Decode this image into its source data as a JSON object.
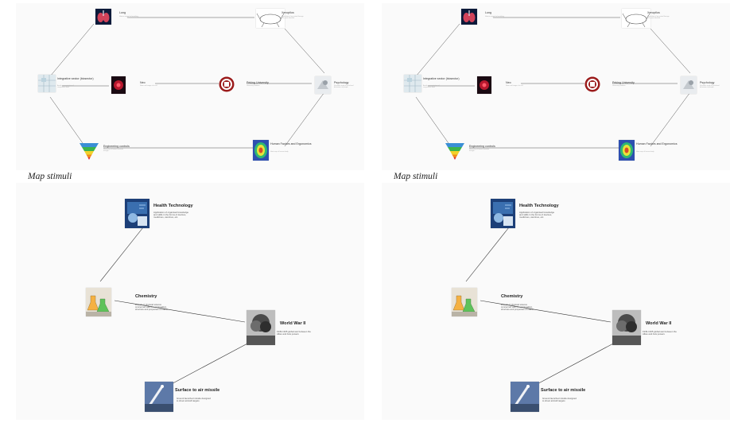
{
  "captions": {
    "left": "Map stimuli",
    "right": "Map stimuli"
  },
  "map_small": {
    "nodes": [
      {
        "title": "Lung",
        "desc": "Human organ for breathing",
        "icon": "lungs-icon"
      },
      {
        "title": "Xenopilus",
        "desc": "Illustration of an animal lineage with parts labelled",
        "icon": "sketch-animal-icon"
      },
      {
        "title": "Integrative sector (biosector)",
        "desc": "Aerial representation of cooperative land",
        "icon": "map-grid-icon"
      },
      {
        "title": "Neo",
        "desc": "Neon red image of a cell",
        "icon": "red-cell-icon"
      },
      {
        "title": "Peking University",
        "desc": "University emblem",
        "icon": "university-seal-icon"
      },
      {
        "title": "Psychology",
        "desc": "Scientific study of mind and behaviour of people",
        "icon": "brain-sketch-icon"
      },
      {
        "title": "Engineering controls",
        "desc": "Hierarchy of hazard controls triangle",
        "icon": "pyramid-icon"
      },
      {
        "title": "Human Factors and Ergonomics",
        "desc": "Heat map of human body",
        "icon": "heatmap-icon"
      }
    ]
  },
  "map_big": {
    "nodes": [
      {
        "title": "Health Technology",
        "desc": "Application of organised knowledge and skills in the forms of devices, medicines, vaccines, etc.",
        "icon": "health-tech-photo-icon"
      },
      {
        "title": "Chemistry",
        "desc": "Branch of physical science concerned with the composition, structure and properties of matter",
        "icon": "lab-flasks-photo-icon"
      },
      {
        "title": "World War II",
        "desc": "1939-1945 global war between the Allies and Axis powers",
        "icon": "explosion-photo-icon"
      },
      {
        "title": "Surface to air missile",
        "desc": "Ground launched missile designed to shoot aircraft targets",
        "icon": "missile-launch-photo-icon"
      }
    ]
  }
}
